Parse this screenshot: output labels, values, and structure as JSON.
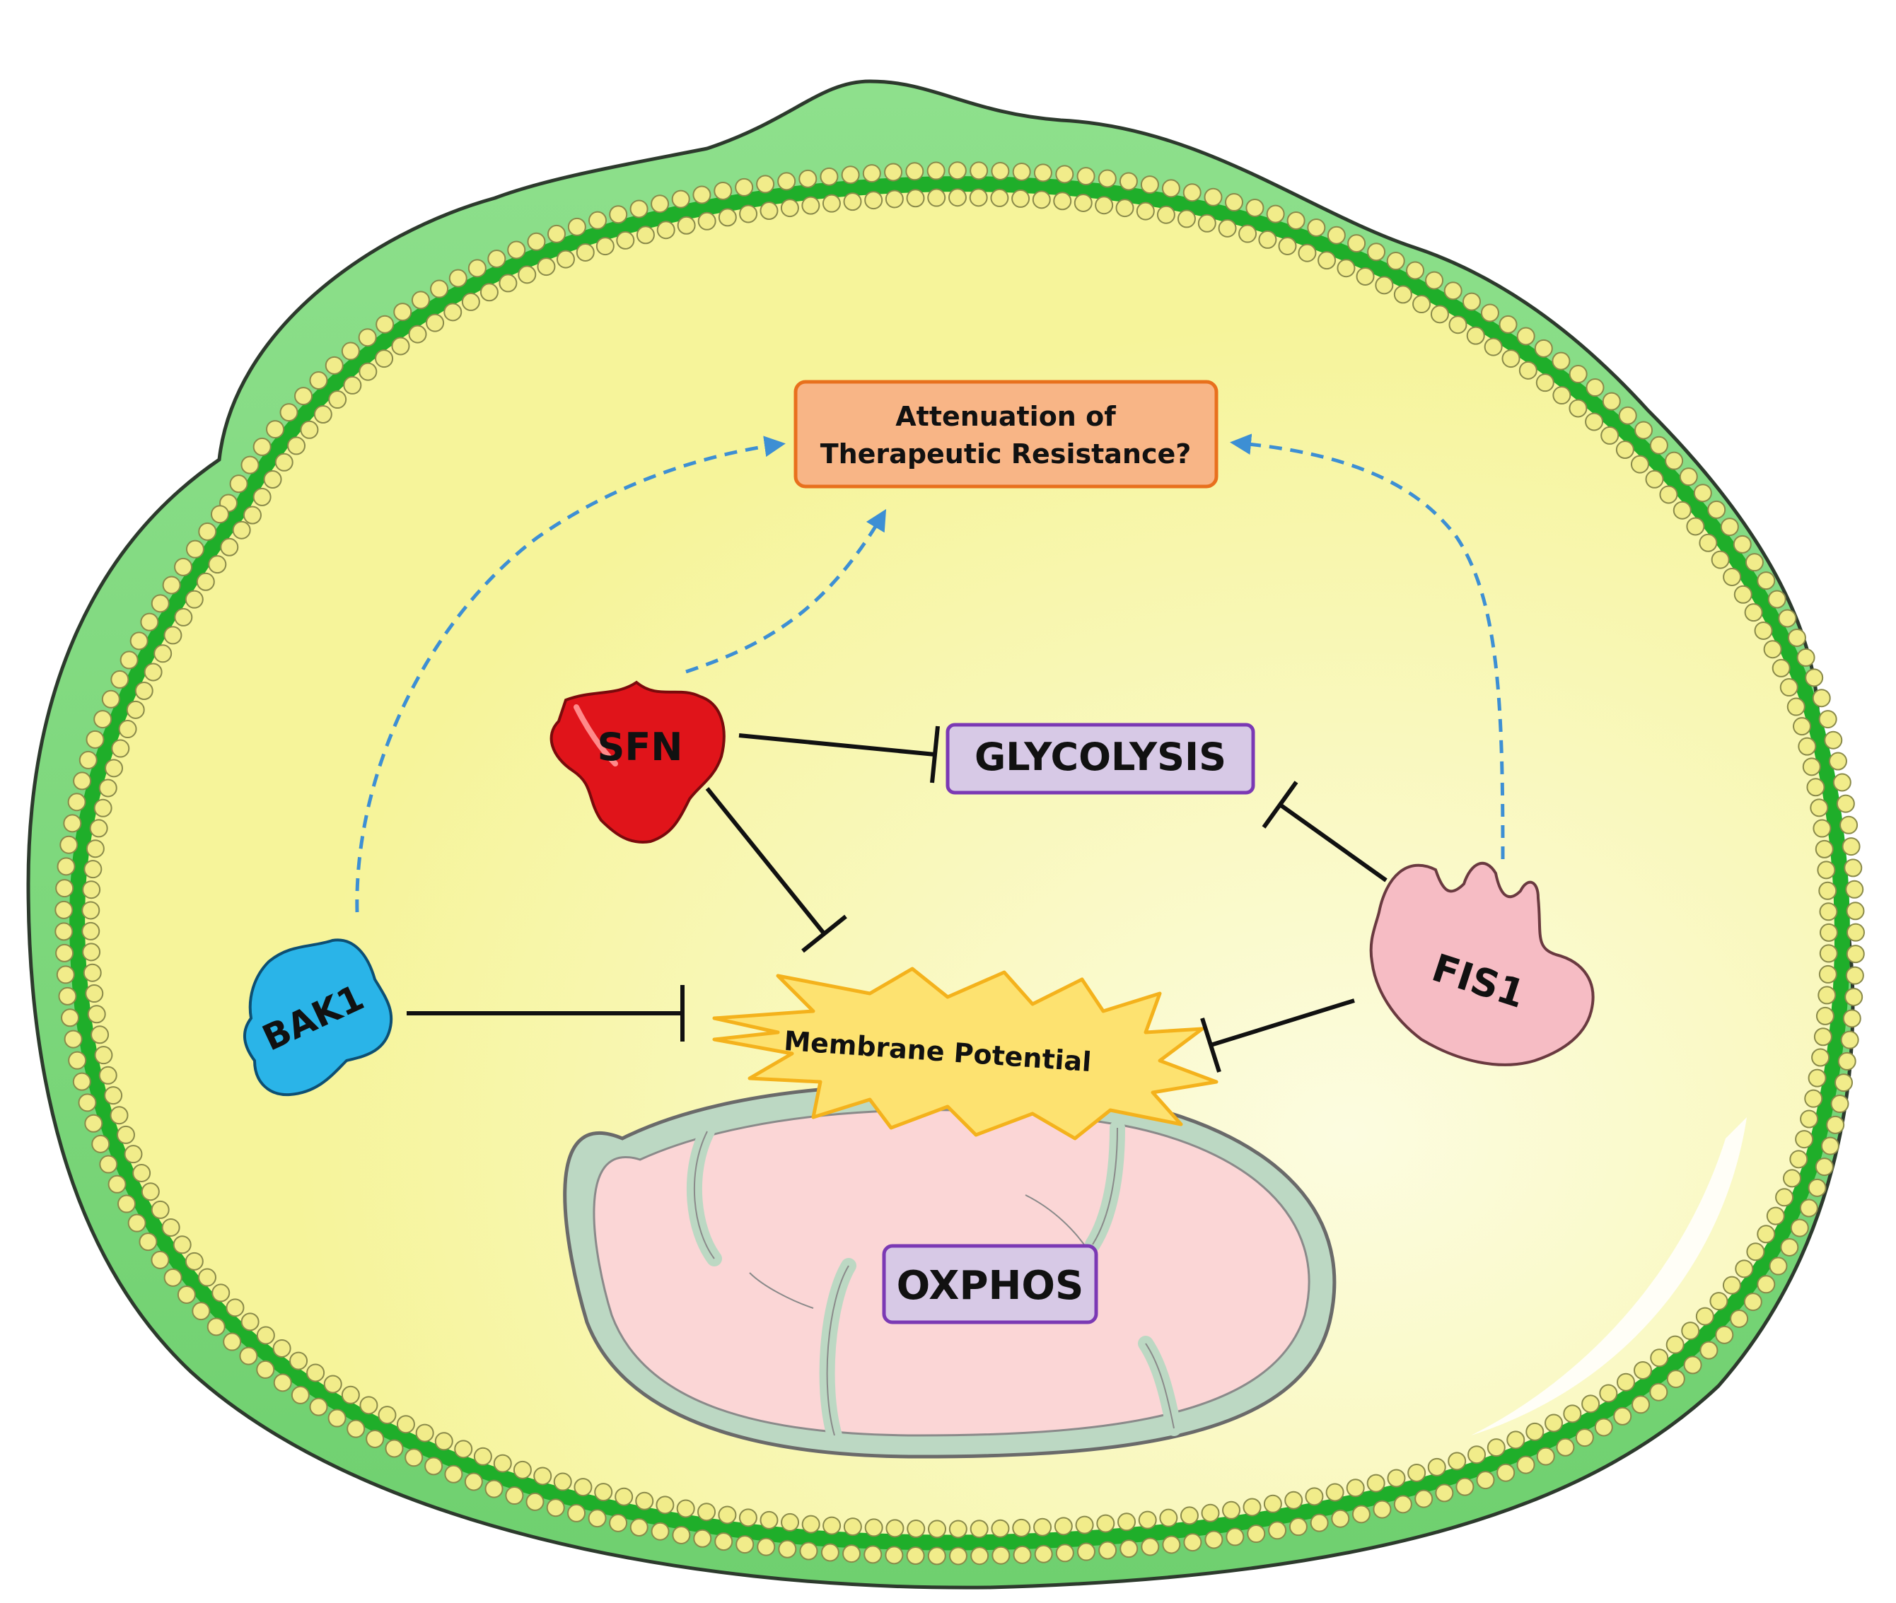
{
  "nodes": {
    "goal": {
      "line1": "Attenuation of",
      "line2": "Therapeutic Resistance?"
    },
    "glycolysis": {
      "label": "GLYCOLYSIS"
    },
    "sfn": {
      "label": "SFN"
    },
    "bak1": {
      "label": "BAK1"
    },
    "fis1": {
      "label": "FIS1"
    },
    "membrane_potential": {
      "label": "Membrane Potential"
    },
    "oxphos": {
      "label": "OXPHOS"
    }
  },
  "edges": [
    {
      "from": "bak1",
      "to": "goal",
      "type": "dashed-arrow"
    },
    {
      "from": "sfn",
      "to": "goal",
      "type": "dashed-arrow"
    },
    {
      "from": "fis1",
      "to": "goal",
      "type": "dashed-arrow"
    },
    {
      "from": "sfn",
      "to": "glycolysis",
      "type": "inhibition"
    },
    {
      "from": "fis1",
      "to": "glycolysis",
      "type": "inhibition"
    },
    {
      "from": "sfn",
      "to": "membrane_potential",
      "type": "inhibition"
    },
    {
      "from": "bak1",
      "to": "membrane_potential",
      "type": "inhibition"
    },
    {
      "from": "fis1",
      "to": "membrane_potential",
      "type": "inhibition"
    }
  ],
  "colors": {
    "cell_outer": "#84d884",
    "cell_inner": "#f6f49a",
    "membrane_green": "#1fae2a",
    "membrane_bead": "#f1ec8a",
    "goal_fill": "#f8b586",
    "goal_stroke": "#e8701d",
    "label_fill": "#d7c9e6",
    "label_stroke": "#7b39b4",
    "sfn": "#e0141a",
    "bak1": "#2ab4e8",
    "fis1": "#f6bcc4",
    "burst": "#fde270",
    "mito_outer": "#b9d6c0",
    "mito_inner": "#fbd6d6",
    "dashed_arrow": "#3d8fd4",
    "inhibition": "#111111"
  }
}
